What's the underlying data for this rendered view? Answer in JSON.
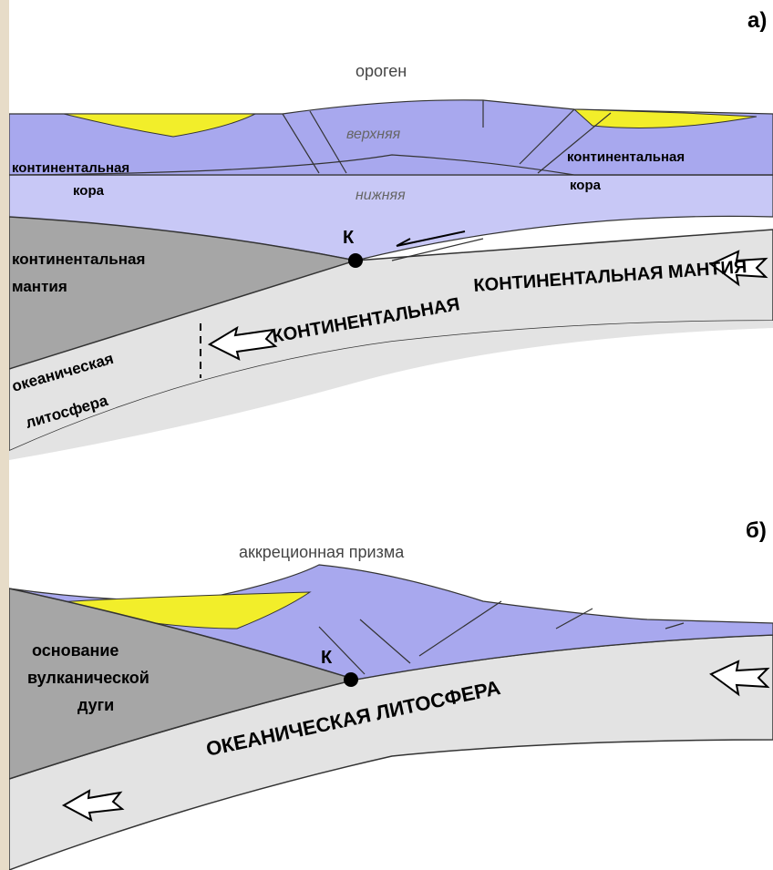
{
  "panel_a": {
    "letter": "а)",
    "title": "ороген",
    "upper_crust": "верхняя",
    "lower_crust": "нижняя",
    "cont_crust_left_1": "континентальная",
    "cont_crust_left_2": "кора",
    "cont_crust_right_1": "континентальная",
    "cont_crust_right_2": "кора",
    "point": "К",
    "cont_mantle_1": "континентальная",
    "cont_mantle_2": "мантия",
    "cont_mantle_caps_right": "КОНТИНЕНТАЛЬНАЯ МАНТИЯ",
    "cont_caps_left": "КОНТИНЕНТАЛЬНАЯ",
    "ocean_litho_1": "океаническая",
    "ocean_litho_2": "литосфера"
  },
  "panel_b": {
    "letter": "б)",
    "title": "аккреционная призма",
    "volcanic_1": "основание",
    "volcanic_2": "вулканической",
    "volcanic_3": "дуги",
    "point": "К",
    "ocean_litho_caps": "ОКЕАНИЧЕСКАЯ  ЛИТОСФЕРА"
  },
  "colors": {
    "crust_upper": "#a8a8ee",
    "crust_lower": "#c8c8f6",
    "sediment": "#f2ee2a",
    "mantle_dark": "#a6a6a6",
    "lithosphere_light": "#e3e3e3"
  }
}
